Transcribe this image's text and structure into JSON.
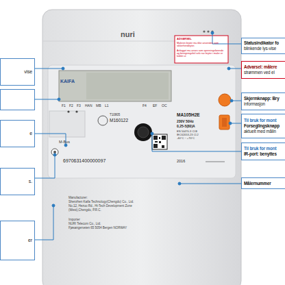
{
  "diagram": {
    "nodes": [
      {
        "text": [
          "vise"
        ]
      },
      {
        "text": [
          "e"
        ]
      },
      {
        "text": [
          "s."
        ]
      },
      {
        "text": [
          "er"
        ]
      },
      {
        "text": [
          "Statusindikator fo",
          "blinkende lys-vise"
        ]
      },
      {
        "text": [
          "Advarsel: målere",
          "strømmen ved el"
        ]
      },
      {
        "text": [
          "Skjermknapp: Bry",
          "informasjon"
        ]
      },
      {
        "text": [
          "Til bruk for mont",
          "Forseglingsknapp",
          "aktuelt med målin"
        ]
      },
      {
        "text": [
          "Til bruk for mont",
          "IR-port: benyttes"
        ]
      },
      {
        "text": [
          "Målernummer"
        ]
      }
    ],
    "labels": [
      "nuri",
      "ADVARSEL",
      "Måleren bryter må ikke anvendes som sikkerhetsbryter.",
      "Anlegget må anses som spenningsførende og beregningsfeil selv når bryter i måler er koblet ut",
      "KAIFA",
      "F1",
      "F2",
      "F3",
      "HAN",
      "MB",
      "L1",
      "F4",
      "EF",
      "OC",
      "M-Bus",
      "T10805",
      "M160122",
      "MA105H2E",
      "230V 50Hz",
      "0,25-5(80)A",
      "EN 50470-3 Cl.B",
      "IEC62053-23 Cl.2",
      "-40°C ~ +70°C",
      "2016",
      "6970631400000097",
      "Manufacturer:",
      "Shenzhen Kaifa Technology(Chengdu) Co., Ltd.",
      "No.12, Hezuo Rd., Hi-Tech Development Zone",
      "(West),Chengdu, P.R.C.",
      "Importer",
      "NURI Telecom Co., Ltd.",
      "Fjøsangerveien 65 5054 Bergen NORWAY"
    ]
  }
}
